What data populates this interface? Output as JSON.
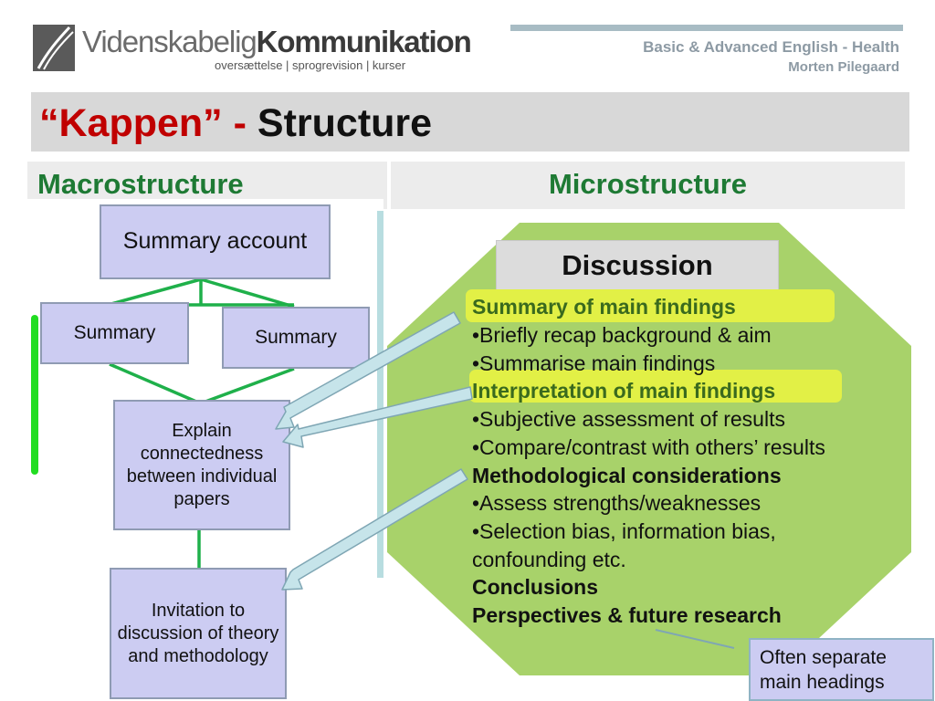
{
  "header": {
    "logo": {
      "name_part1": "Videnskabelig",
      "name_part2": "Kommunikation",
      "tagline": "oversættelse | sprogrevision | kurser"
    },
    "course": "Basic & Advanced English - Health",
    "author": "Morten Pilegaard"
  },
  "title": {
    "quoted": "“Kappen” -",
    "rest": "Structure"
  },
  "macro": {
    "label": "Macrostructure",
    "boxes": {
      "summary_account": "Summary account",
      "summary_1": "Summary",
      "summary_2": "Summary",
      "explain": "Explain connectedness between individual papers",
      "invite": "Invitation to discussion of theory and methodology"
    }
  },
  "micro": {
    "label": "Microstructure",
    "discussion_title": "Discussion",
    "lines": [
      "Summary of main findings",
      "•Briefly recap background & aim",
      "•Summarise main findings",
      "Interpretation of main findings",
      "•Subjective assessment of results",
      "•Compare/contrast with others’ results",
      "Methodological considerations",
      "•Assess strengths/weaknesses",
      "•Selection bias, information bias,",
      "confounding etc.",
      "Conclusions",
      "Perspectives & future research"
    ]
  },
  "note": "Often separate main headings",
  "colors": {
    "title_red": "#c00000",
    "heading_green": "#1e7a34",
    "box_fill": "#ccccf2",
    "octagon_fill": "#a8d26a",
    "highlight": "#e2f046",
    "connector_green": "#1fb04a"
  }
}
